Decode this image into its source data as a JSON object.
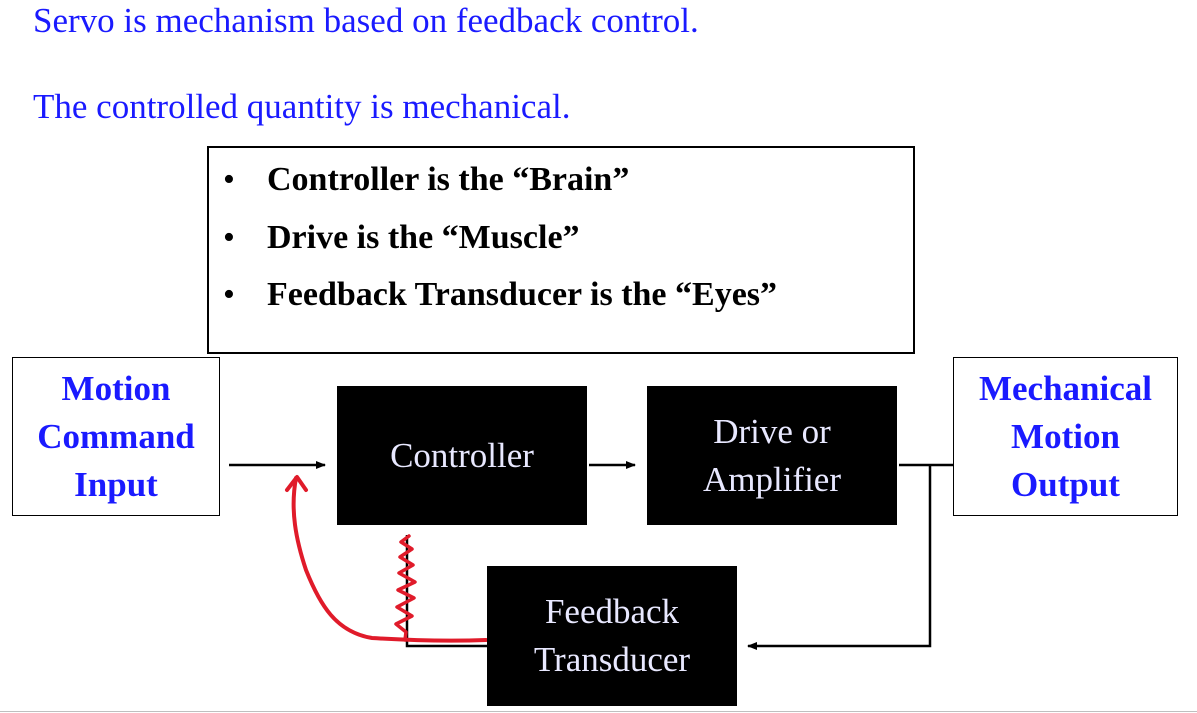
{
  "headings": {
    "line1": "Servo is mechanism based on feedback control.",
    "line2": "The controlled quantity is  mechanical."
  },
  "bullets": [
    "Controller is the “Brain”",
    "Drive is the “Muscle”",
    "Feedback Transducer is the “Eyes”"
  ],
  "bullet_glyph": "•",
  "diagram": {
    "input": [
      "Motion",
      "Command",
      "Input"
    ],
    "controller": [
      "Controller"
    ],
    "drive": [
      "Drive or",
      "Amplifier"
    ],
    "output": [
      "Mechanical",
      "Motion",
      "Output"
    ],
    "feedback": [
      "Feedback",
      "Transducer"
    ]
  },
  "colors": {
    "heading_text": "#1a1aff",
    "block_fill": "#000000",
    "block_text": "#e8e8ff",
    "annotation": "#e01b2a"
  }
}
